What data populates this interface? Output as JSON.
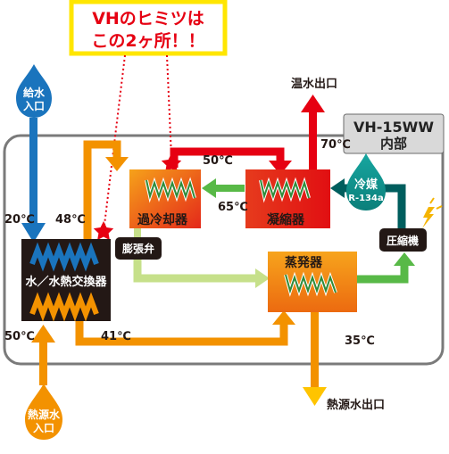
{
  "callout": {
    "line1": "VHのヒミツは",
    "line2": "この2ヶ所！！"
  },
  "unit": {
    "model": "VH-15WW",
    "inner": "内部"
  },
  "inlets": {
    "feed_water": [
      "給水",
      "入口"
    ],
    "heat_source": [
      "熱源水",
      "入口"
    ]
  },
  "outlets": {
    "hot_water": "温水出口",
    "heat_source": "熱源水出口"
  },
  "components": {
    "water_hx": "水／水熱交換器",
    "subcooler": "過冷却器",
    "condenser": "凝縮器",
    "evaporator": "蒸発器",
    "expansion_valve": "膨張弁",
    "compressor": "圧縮機"
  },
  "refrigerant": {
    "label": "冷媒",
    "type": "R-134a"
  },
  "temperatures": {
    "feed_in": "20℃",
    "hx_out": "48℃",
    "heat_source_in": "50℃",
    "hx_source_out": "41℃",
    "sub_to_cond": "50℃",
    "cond_to_sub": "65℃",
    "hot_out": "70℃",
    "source_out": "35℃"
  },
  "colors": {
    "blue": "#1a74bd",
    "orange": "#f39200",
    "red": "#e60012",
    "green": "#58b947",
    "yellow": "#ffe600",
    "frame": "#7a7a7a",
    "teal": "#005e5e"
  }
}
